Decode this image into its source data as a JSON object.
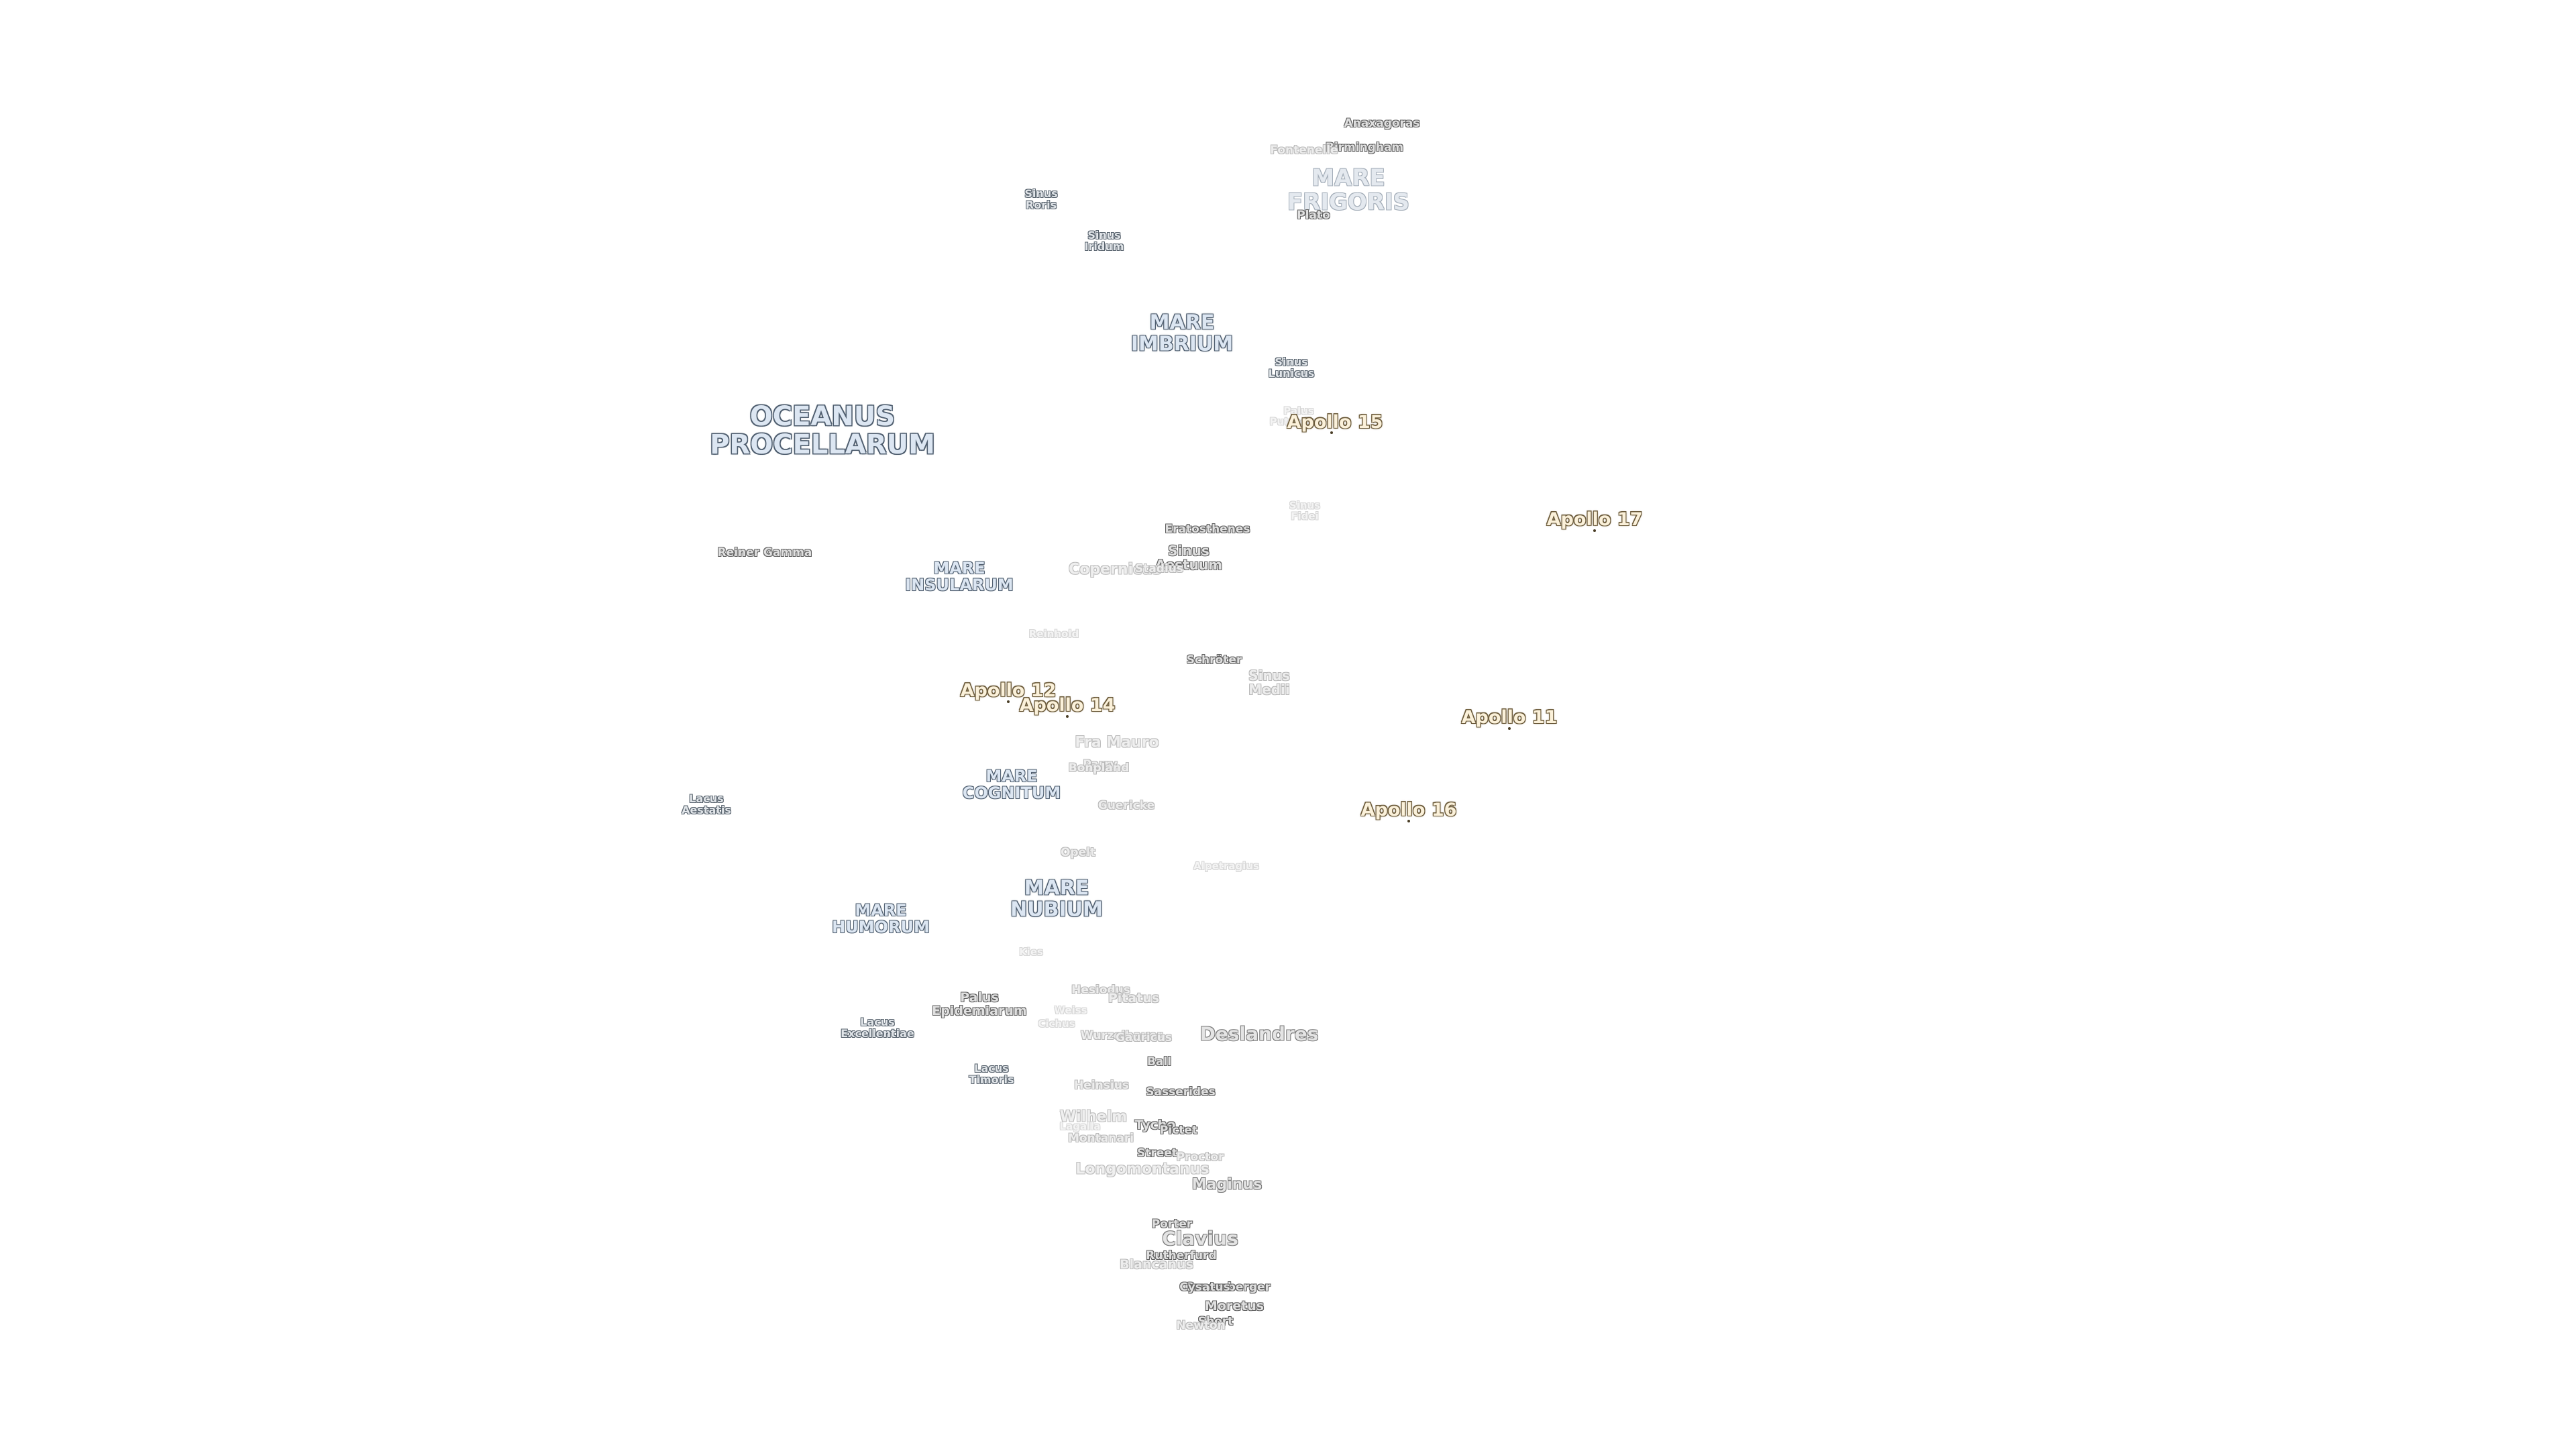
{
  "maria": [
    {
      "id": "oceanus-procellarum",
      "text": "OCEANUS\nPROCELLARUM"
    },
    {
      "id": "mare-imbrium",
      "text": "MARE\nIMBRIUM"
    },
    {
      "id": "mare-frigoris",
      "text": "MARE\nFRIGORIS"
    },
    {
      "id": "mare-insularum",
      "text": "MARE\nINSULARUM"
    },
    {
      "id": "mare-cognitum",
      "text": "MARE\nCOGNITUM"
    },
    {
      "id": "mare-nubium",
      "text": "MARE\nNUBIUM"
    },
    {
      "id": "mare-humorum",
      "text": "MARE\nHUMORUM"
    }
  ],
  "minor_features": [
    {
      "id": "sinus-roris",
      "text": "Sinus\nRoris"
    },
    {
      "id": "sinus-iridum",
      "text": "Sinus\nIridum"
    },
    {
      "id": "sinus-lunicus",
      "text": "Sinus\nLunicus"
    },
    {
      "id": "palus-putredinis",
      "text": "Palus\nPutredinis"
    },
    {
      "id": "sinus-fidei",
      "text": "Sinus\nFidei"
    },
    {
      "id": "sinus-aestuum",
      "text": "Sinus\nAestuum"
    },
    {
      "id": "sinus-medii",
      "text": "Sinus\nMedii"
    },
    {
      "id": "lacus-autumni",
      "text": "Lacus\nAestatis"
    },
    {
      "id": "palus-epidemiarum",
      "text": "Palus\nEpidemiarum"
    },
    {
      "id": "lacus-excellentiae",
      "text": "Lacus\nExcellentiae"
    },
    {
      "id": "lacus-timoris",
      "text": "Lacus\nTimoris"
    }
  ],
  "craters": [
    {
      "id": "anaxagoras",
      "text": "Anaxagoras"
    },
    {
      "id": "birmingham",
      "text": "Birmingham"
    },
    {
      "id": "fontenelle",
      "text": "Fontenelle"
    },
    {
      "id": "plato",
      "text": "Plato"
    },
    {
      "id": "reiner-gamma",
      "text": "Reiner Gamma"
    },
    {
      "id": "eratosthenes",
      "text": "Eratosthenes"
    },
    {
      "id": "copernicus",
      "text": "Copernicus"
    },
    {
      "id": "stadius",
      "text": "Stadius"
    },
    {
      "id": "reinhold",
      "text": "Reinhold"
    },
    {
      "id": "schroter",
      "text": "Schröter"
    },
    {
      "id": "fra-mauro",
      "text": "Fra Mauro"
    },
    {
      "id": "parry",
      "text": "Parry"
    },
    {
      "id": "bonpland",
      "text": "Bonpland"
    },
    {
      "id": "guericke",
      "text": "Guericke"
    },
    {
      "id": "opelt",
      "text": "Opelt"
    },
    {
      "id": "alpetragius",
      "text": "Alpetragius"
    },
    {
      "id": "kies",
      "text": "Kies"
    },
    {
      "id": "hesiodus",
      "text": "Hesiodus"
    },
    {
      "id": "pitatus",
      "text": "Pitatus"
    },
    {
      "id": "weiss",
      "text": "Weiss"
    },
    {
      "id": "cichus",
      "text": "Cichus"
    },
    {
      "id": "wurzelbauer",
      "text": "Wurzelbauer"
    },
    {
      "id": "gauricus",
      "text": "Gauricus"
    },
    {
      "id": "deslandres",
      "text": "Deslandres"
    },
    {
      "id": "ball",
      "text": "Ball"
    },
    {
      "id": "heinsius",
      "text": "Heinsius"
    },
    {
      "id": "sasserides",
      "text": "Sasserides"
    },
    {
      "id": "wilhelm",
      "text": "Wilhelm"
    },
    {
      "id": "lagalla",
      "text": "Lagalla"
    },
    {
      "id": "montanari",
      "text": "Montanari"
    },
    {
      "id": "tycho",
      "text": "Tycho"
    },
    {
      "id": "pictet",
      "text": "Pictet"
    },
    {
      "id": "street",
      "text": "Street"
    },
    {
      "id": "proctor",
      "text": "Proctor"
    },
    {
      "id": "longomontanus",
      "text": "Longomontanus"
    },
    {
      "id": "maginus",
      "text": "Maginus"
    },
    {
      "id": "porter",
      "text": "Porter"
    },
    {
      "id": "clavius",
      "text": "Clavius"
    },
    {
      "id": "rutherfurd",
      "text": "Rutherfurd"
    },
    {
      "id": "blancanus",
      "text": "Blancanus"
    },
    {
      "id": "gruemberger",
      "text": "Gruemberger"
    },
    {
      "id": "cysatus",
      "text": "Cysatus"
    },
    {
      "id": "moretus",
      "text": "Moretus"
    },
    {
      "id": "short",
      "text": "Short"
    },
    {
      "id": "newton",
      "text": "Newton"
    }
  ],
  "apollo_sites": [
    {
      "id": "apollo-15",
      "text": "Apollo 15"
    },
    {
      "id": "apollo-17",
      "text": "Apollo 17"
    },
    {
      "id": "apollo-12",
      "text": "Apollo 12"
    },
    {
      "id": "apollo-14",
      "text": "Apollo 14"
    },
    {
      "id": "apollo-11",
      "text": "Apollo 11"
    },
    {
      "id": "apollo-16",
      "text": "Apollo 16"
    }
  ]
}
